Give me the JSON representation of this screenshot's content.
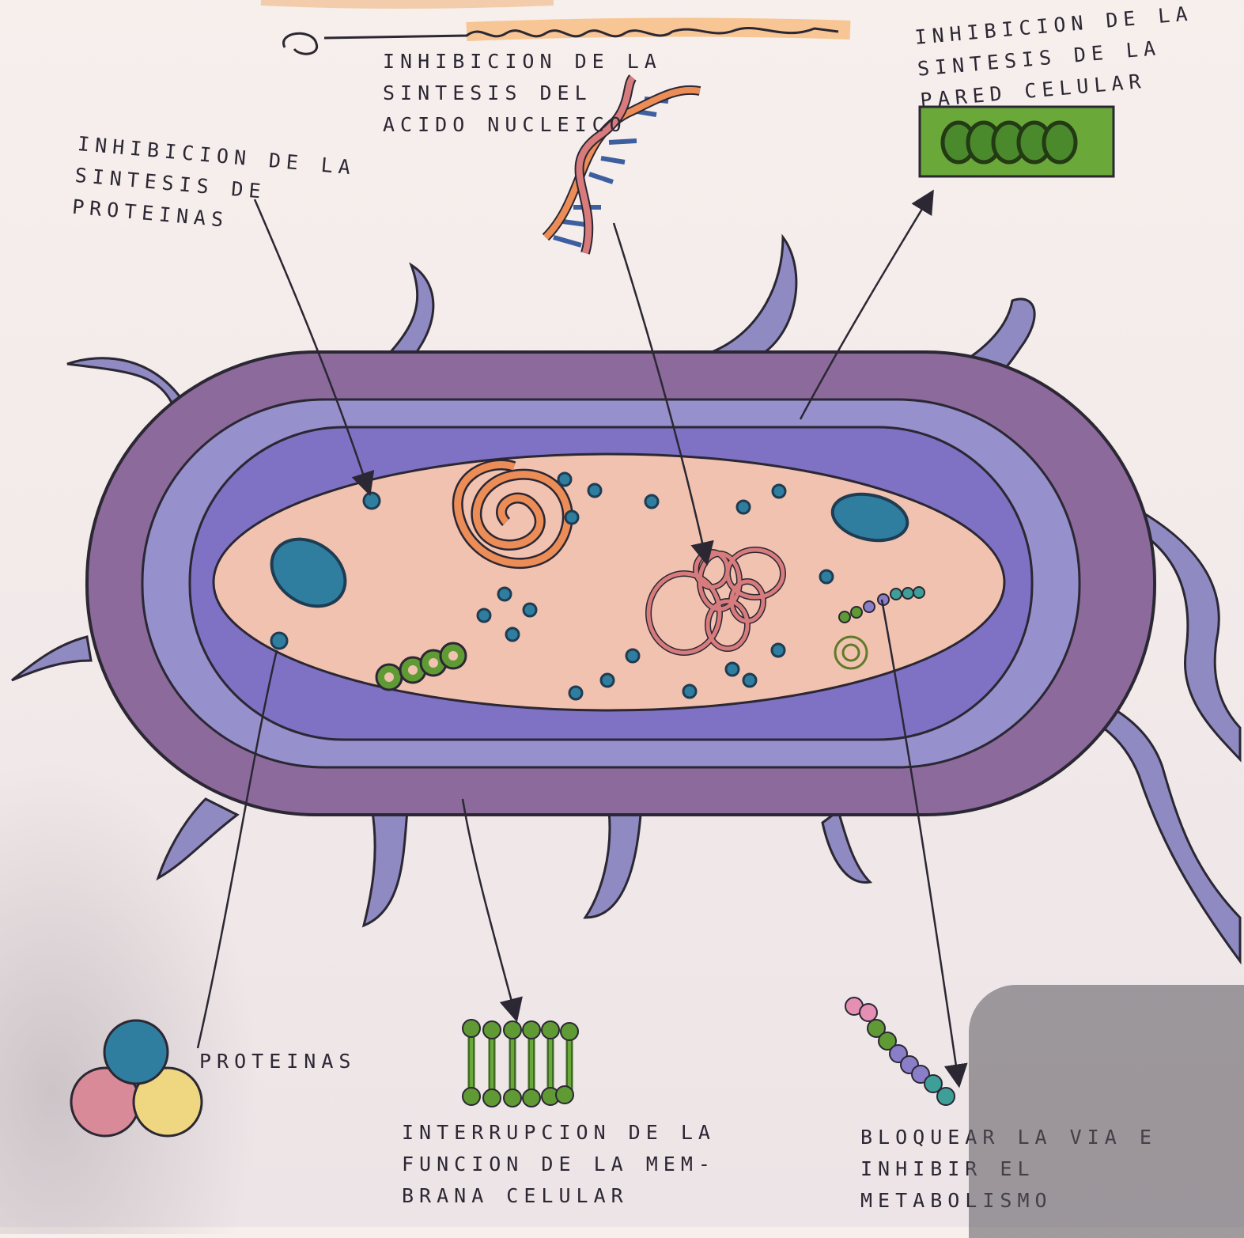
{
  "labels": {
    "nucleic_acid": "INHIBICION  DE LA\nSINTESIS  DEL\nACIDO NUCLEICO",
    "cell_wall": "INHIBICION  DE LA\nSINTESIS  DE LA\nPARED  CELULAR",
    "protein_synthesis": "INHIBICION  DE LA\nSINTESIS  DE\nPROTEINAS",
    "proteins": "PROTEINAS",
    "membrane": "INTERRUPCION  DE LA\nFUNCION  DE LA MEM-\nBRANA  CELULAR",
    "metabolism": "BLOQUEAR  LA VIA  E\nINHIBIR  EL METABOLISMO"
  },
  "colors": {
    "capsule": "#8c6a9c",
    "wall": "#8d86c4",
    "membrane": "#8a7ec9",
    "cytoplasm": "#f2c2b0",
    "flagella": "#8f8ac2",
    "ribosome": "#2f7ea0",
    "dna_orange": "#ec8d57",
    "dna_pink": "#d87b7d",
    "dna_blue": "#3d5fa0",
    "green": "#5f9a35",
    "dark_green": "#3f6a25",
    "highlight": "#f8b878"
  }
}
